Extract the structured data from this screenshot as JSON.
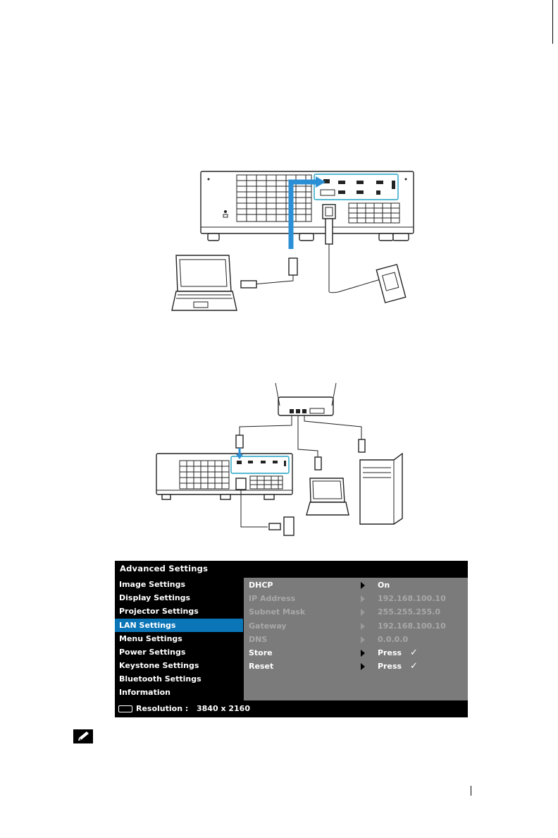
{
  "osd": {
    "title": "Advanced Settings",
    "menu_items": [
      {
        "label": "Image Settings",
        "active": false
      },
      {
        "label": "Display Settings",
        "active": false
      },
      {
        "label": "Projector Settings",
        "active": false
      },
      {
        "label": "LAN Settings",
        "active": true
      },
      {
        "label": "Menu Settings",
        "active": false
      },
      {
        "label": "Power Settings",
        "active": false
      },
      {
        "label": "Keystone Settings",
        "active": false
      },
      {
        "label": "Bluetooth Settings",
        "active": false
      },
      {
        "label": "Information",
        "active": false
      }
    ],
    "rows": [
      {
        "label": "DHCP",
        "value": "On",
        "enabled": true,
        "check": ""
      },
      {
        "label": "IP Address",
        "value": "192.168.100.10",
        "enabled": false,
        "check": ""
      },
      {
        "label": "Subnet Mask",
        "value": "255.255.255.0",
        "enabled": false,
        "check": ""
      },
      {
        "label": "Gateway",
        "value": "192.168.100.10",
        "enabled": false,
        "check": ""
      },
      {
        "label": "DNS",
        "value": "0.0.0.0",
        "enabled": false,
        "check": ""
      },
      {
        "label": "Store",
        "value": "Press",
        "enabled": true,
        "check": "✓"
      },
      {
        "label": "Reset",
        "value": "Press",
        "enabled": true,
        "check": "✓"
      }
    ],
    "footer": {
      "resolution_label": "Resolution :",
      "resolution_value": "3840 x 2160"
    }
  },
  "icons": {
    "note": "pencil-note-icon",
    "resolution": "hdmi-port-icon"
  },
  "colors": {
    "highlight_blue": "#0a75b7",
    "arrow_blue": "#2b8fd6",
    "port_panel_cyan": "#1ea3c4",
    "submenu_gray": "#7b7b7b"
  }
}
